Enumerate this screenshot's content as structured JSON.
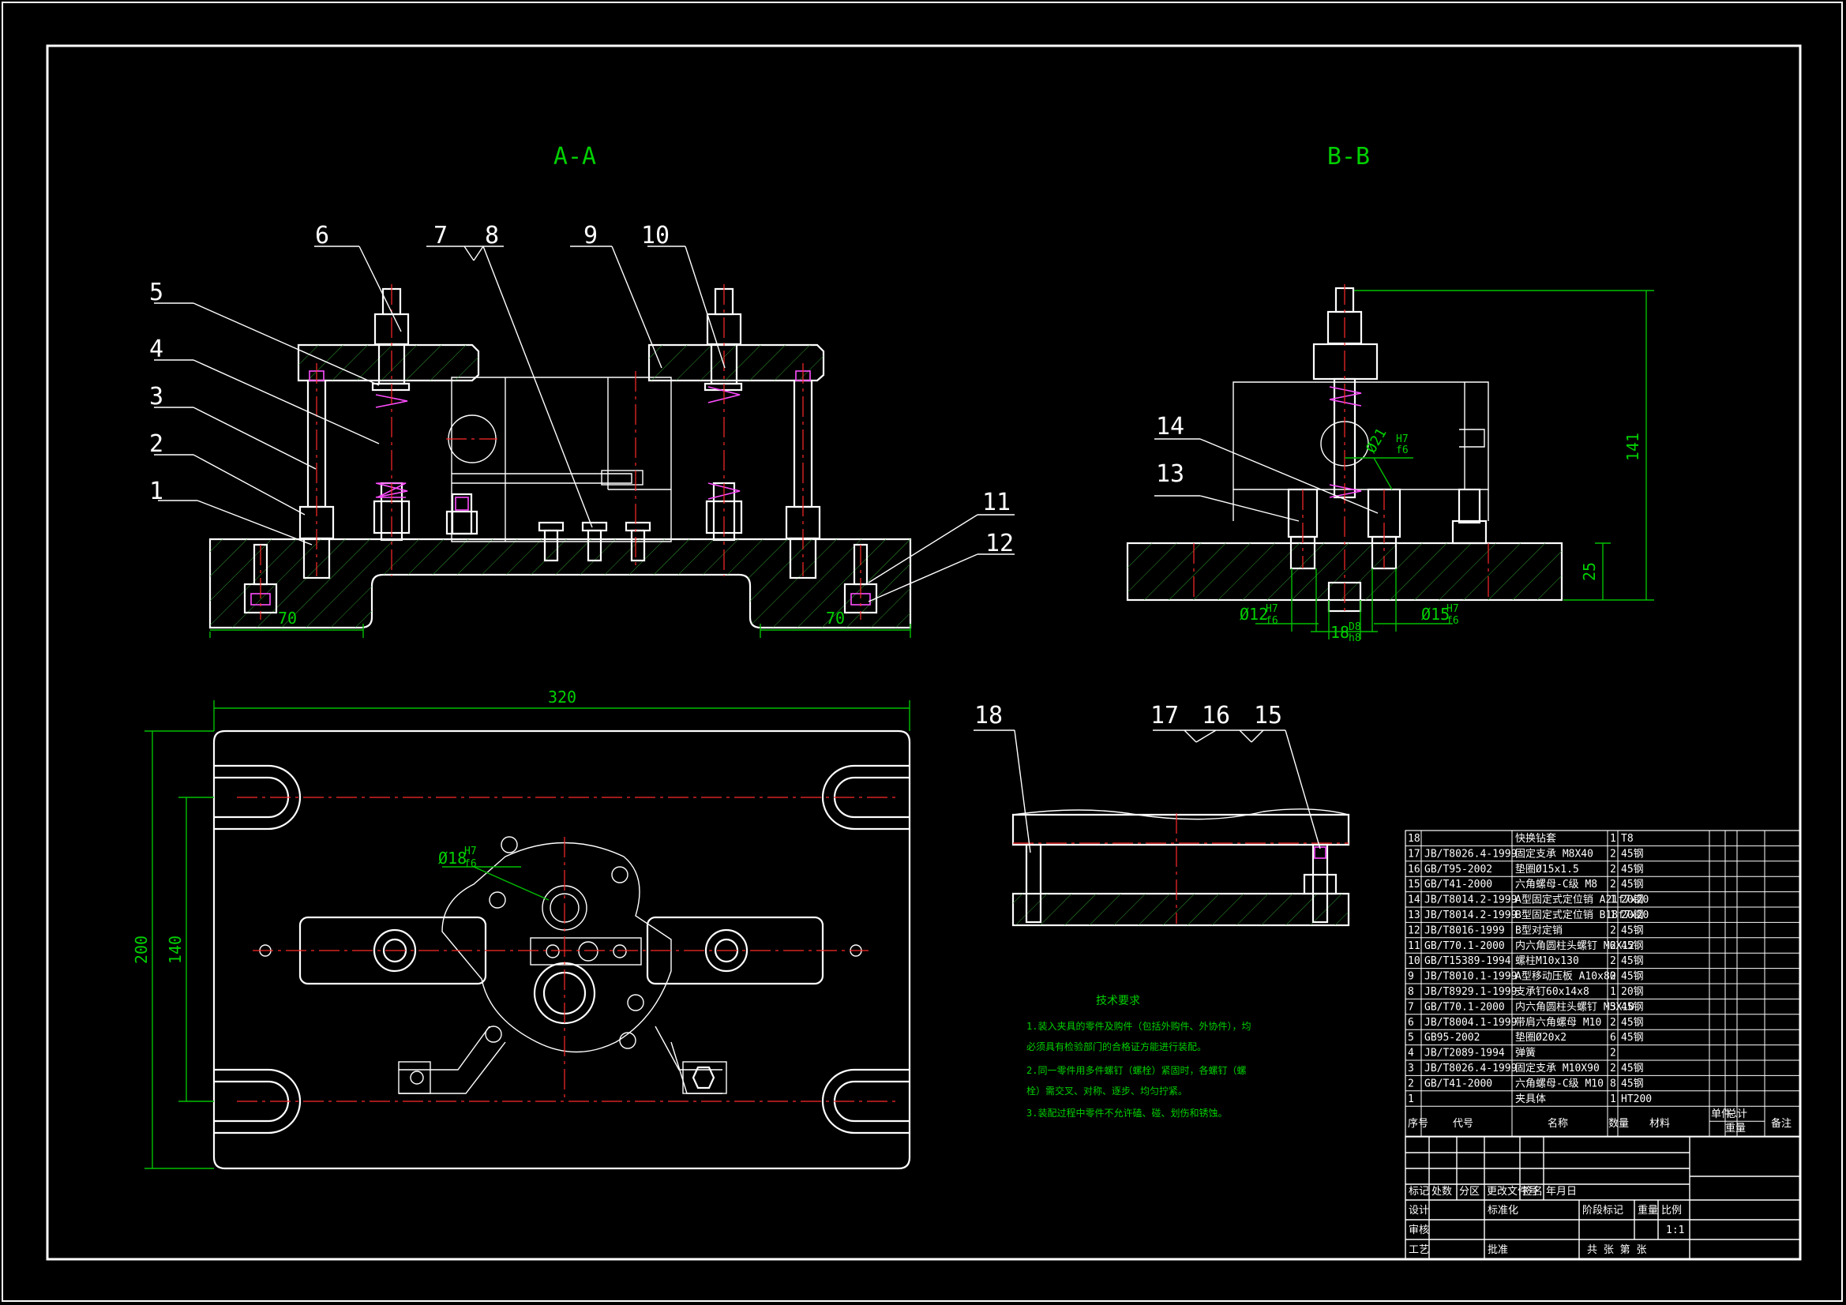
{
  "colors": {
    "background": "#000000",
    "outline": "#ffffff",
    "dimension": "#00c000",
    "centerline": "#ff2a2a",
    "hatch": "#2e9a2e",
    "spring": "#ff4dff"
  },
  "views": {
    "section_aa": "A-A",
    "section_bb": "B-B"
  },
  "balloons": {
    "aa": [
      "1",
      "2",
      "3",
      "4",
      "5",
      "6",
      "7",
      "8",
      "9",
      "10",
      "11",
      "12"
    ],
    "bb": [
      "13",
      "14"
    ],
    "detail": [
      "15",
      "16",
      "17",
      "18"
    ]
  },
  "dimensions": {
    "aa_left": "70",
    "aa_right": "70",
    "plan_width": "320",
    "plan_height": "200",
    "plan_slot_span": "140",
    "plan_bore": "Ø18",
    "plan_bore_fit_top": "H7",
    "plan_bore_fit_bot": "f6",
    "bb_height": "141",
    "bb_base": "25",
    "bb_bore_left": "Ø12",
    "bb_bore_left_fit_top": "H7",
    "bb_bore_left_fit_bot": "f6",
    "bb_bore_center": "18",
    "bb_bore_center_fit_top": "D8",
    "bb_bore_center_fit_bot": "h8",
    "bb_bore_right": "Ø15",
    "bb_bore_right_fit_top": "H7",
    "bb_bore_right_fit_bot": "f6",
    "bb_bore_top": "Ø21",
    "bb_bore_top_fit_top": "H7",
    "bb_bore_top_fit_bot": "f6"
  },
  "notes": {
    "title": "技术要求",
    "lines": [
      "1.装入夹具的零件及购件（包括外购件、外协件），均",
      "必须具有检验部门的合格证方能进行装配。",
      "2.同一零件用多件螺钉（螺栓）紧固时，各螺钉（螺",
      "栓）需交叉、对称、逐步、均匀拧紧。",
      "3.装配过程中零件不允许磕、碰、划伤和锈蚀。"
    ]
  },
  "parts_list": {
    "rows": [
      {
        "no": "18",
        "code": "",
        "name": "快换钻套",
        "qty": "1",
        "material": "T8"
      },
      {
        "no": "17",
        "code": "JB/T8026.4-1999",
        "name": "固定支承 M8X40",
        "qty": "2",
        "material": "45钢"
      },
      {
        "no": "16",
        "code": "GB/T95-2002",
        "name": "垫圈Ø15x1.5",
        "qty": "2",
        "material": "45钢"
      },
      {
        "no": "15",
        "code": "GB/T41-2000",
        "name": "六角螺母-C级 M8",
        "qty": "2",
        "material": "45钢"
      },
      {
        "no": "14",
        "code": "JB/T8014.2-1999",
        "name": "A型固定式定位销 A21f7x20",
        "qty": "1",
        "material": "20钢"
      },
      {
        "no": "13",
        "code": "JB/T8014.2-1999",
        "name": "B型固定式定位销 B18f7x20",
        "qty": "1",
        "material": "20钢"
      },
      {
        "no": "12",
        "code": "JB/T8016-1999",
        "name": "B型对定销",
        "qty": "2",
        "material": "45钢"
      },
      {
        "no": "11",
        "code": "GB/T70.1-2000",
        "name": "内六角圆柱头螺钉 M6X12",
        "qty": "2",
        "material": "45钢"
      },
      {
        "no": "10",
        "code": "GB/T15389-1994",
        "name": "螺柱M10x130",
        "qty": "2",
        "material": "45钢"
      },
      {
        "no": "9",
        "code": "JB/T8010.1-1999",
        "name": "A型移动压板 A10x80",
        "qty": "2",
        "material": "45钢"
      },
      {
        "no": "8",
        "code": "JB/T8929.1-1999",
        "name": "支承钉60x14x8",
        "qty": "1",
        "material": "20钢"
      },
      {
        "no": "7",
        "code": "GB/T70.1-2000",
        "name": "内六角圆柱头螺钉 M5X10",
        "qty": "3",
        "material": "45钢"
      },
      {
        "no": "6",
        "code": "JB/T8004.1-1999",
        "name": "带肩六角螺母 M10",
        "qty": "2",
        "material": "45钢"
      },
      {
        "no": "5",
        "code": "GB95-2002",
        "name": "垫圈Ø20x2",
        "qty": "6",
        "material": "45钢"
      },
      {
        "no": "4",
        "code": "JB/T2089-1994",
        "name": "弹簧",
        "qty": "2",
        "material": ""
      },
      {
        "no": "3",
        "code": "JB/T8026.4-1999",
        "name": "固定支承 M10X90",
        "qty": "2",
        "material": "45钢"
      },
      {
        "no": "2",
        "code": "GB/T41-2000",
        "name": "六角螺母-C级 M10",
        "qty": "8",
        "material": "45钢"
      },
      {
        "no": "1",
        "code": "",
        "name": "夹具体",
        "qty": "1",
        "material": "HT200"
      }
    ],
    "header": {
      "no": "序号",
      "code": "代号",
      "name": "名称",
      "qty": "数量",
      "material": "材料",
      "unit_weight": "单件",
      "total_weight": "总计",
      "weight": "重量",
      "remark": "备注"
    }
  },
  "title_block": {
    "mark": "标记",
    "count": "处数",
    "zone": "分区",
    "change_doc": "更改文件号",
    "sign": "签名",
    "date": "年月日",
    "design": "设计",
    "standard": "标准化",
    "review": "审核",
    "process": "工艺",
    "approve": "批准",
    "stage_mark": "阶段标记",
    "weight": "重量",
    "scale": "比例",
    "scale_value": "1:1",
    "sheets": "共  张 第  张"
  }
}
